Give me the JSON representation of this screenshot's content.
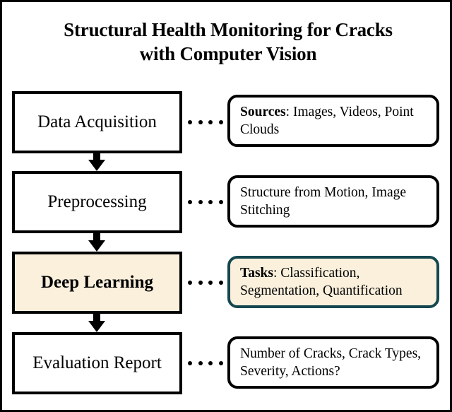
{
  "title": {
    "line1": "Structural Health Monitoring for Cracks",
    "line2": "with Computer Vision"
  },
  "flow": {
    "stages": [
      {
        "label": "Data Acquisition",
        "highlight": false
      },
      {
        "label": "Preprocessing",
        "highlight": false
      },
      {
        "label": "Deep Learning",
        "highlight": true
      },
      {
        "label": "Evaluation Report",
        "highlight": false
      }
    ],
    "details": [
      {
        "lead": "Sources",
        "lead_separator": ": ",
        "text": "Images, Videos, Point Clouds",
        "highlight": false
      },
      {
        "lead": "",
        "lead_separator": "",
        "text": "Structure from Motion, Image Stitching",
        "highlight": false
      },
      {
        "lead": "Tasks",
        "lead_separator": ": ",
        "text": "Classification, Segmentation, Quantification",
        "highlight": true
      },
      {
        "lead": "",
        "lead_separator": "",
        "text": "Number of Cracks, Crack Types, Severity, Actions?",
        "highlight": false
      }
    ]
  },
  "colors": {
    "outline": "#000000",
    "highlight_fill": "#faf0dc",
    "highlight_border": "#14474f",
    "background": "#ffffff"
  }
}
